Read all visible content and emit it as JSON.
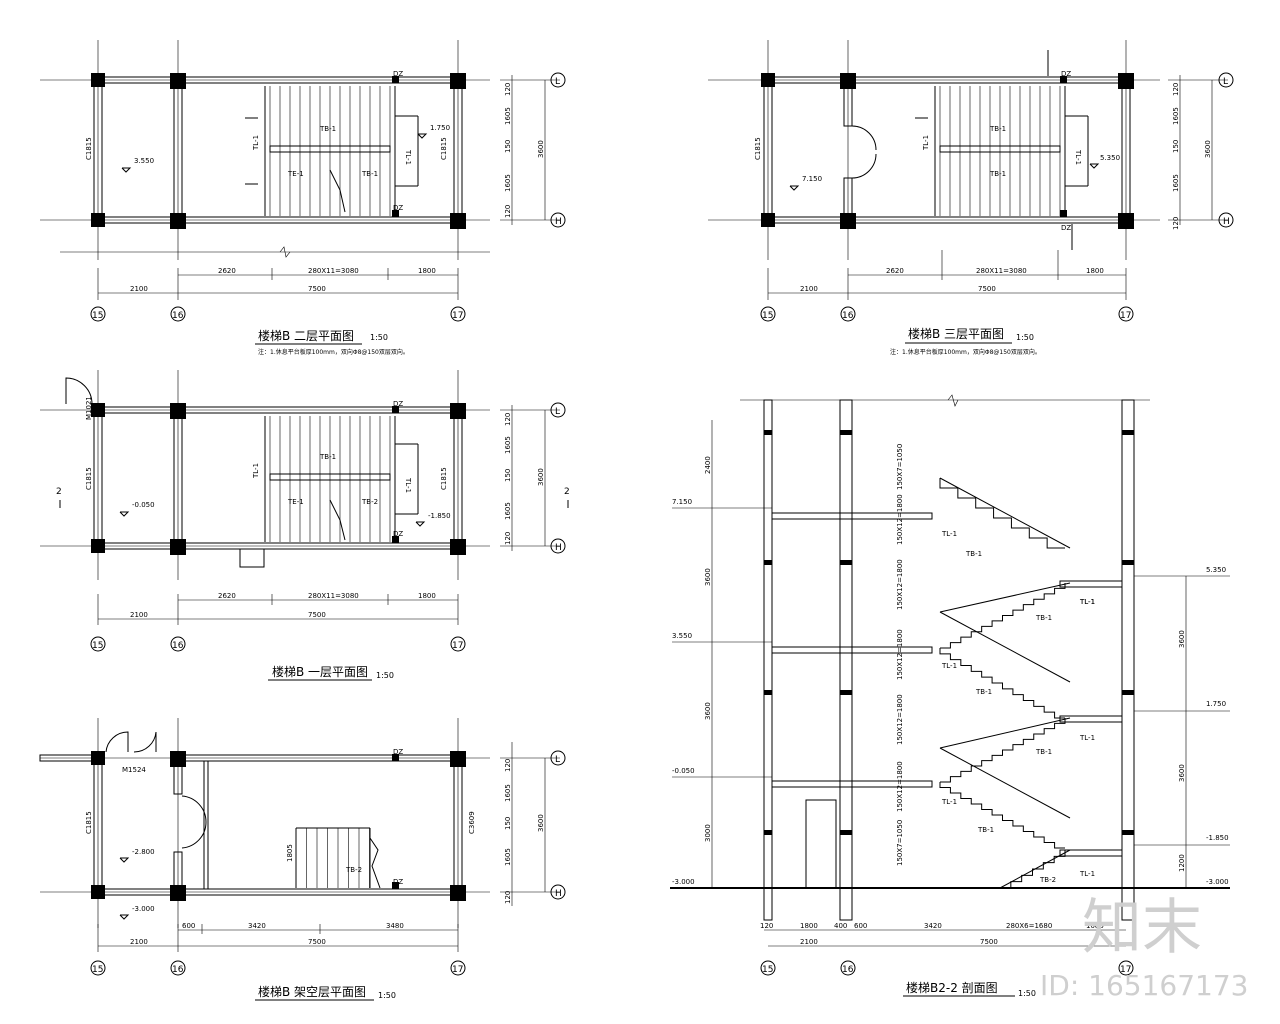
{
  "axis_labels": {
    "c15": "15",
    "c16": "16",
    "c17": "17",
    "rowL": "L",
    "rowH": "H"
  },
  "plan2": {
    "title": "楼梯B 二层平面图",
    "scale": "1:50",
    "note": "注：1.休息平台板厚100mm，双向Φ8@150双层双向。",
    "dim_total_a": "2100",
    "dim_total_b": "7500",
    "dim_sub_a": "2620",
    "dim_sub_b": "280X11=3080",
    "dim_sub_c": "1800",
    "right_dims": [
      "120",
      "1605",
      "150",
      "1605",
      "120"
    ],
    "right_total": "3600",
    "window": "C1815",
    "level_left": "3.550",
    "level_right": "1.750",
    "dz_top": "DZ",
    "dz_bot": "DZ",
    "tb1": "TB-1",
    "tb1b": "TB-1",
    "tl1a": "TL-1",
    "tl1b": "TL-1",
    "te1": "TE-1"
  },
  "plan3": {
    "title": "楼梯B 三层平面图",
    "scale": "1:50",
    "note": "注：1.休息平台板厚100mm，双向Φ8@150双层双向。",
    "dim_total_a": "2100",
    "dim_total_b": "7500",
    "dim_sub_a": "2620",
    "dim_sub_b": "280X11=3080",
    "dim_sub_c": "1800",
    "right_dims": [
      "120",
      "1605",
      "150",
      "1605",
      "120"
    ],
    "right_total": "3600",
    "window": "C1815",
    "level_left": "7.150",
    "level_right": "5.350",
    "dz_top": "DZ",
    "dz_bot": "DZ",
    "tb1": "TB-1",
    "tb1b": "TB-1",
    "tl1a": "TL-1",
    "tl1b": "TL-1"
  },
  "plan1": {
    "title": "楼梯B 一层平面图",
    "scale": "1:50",
    "dim_total_a": "2100",
    "dim_total_b": "7500",
    "dim_sub_a": "2620",
    "dim_sub_b": "280X11=3080",
    "dim_sub_c": "1800",
    "right_dims": [
      "120",
      "1605",
      "150",
      "1605",
      "120"
    ],
    "right_total": "3600",
    "window": "C1815",
    "window_r": "C1815",
    "door": "M1021",
    "level_left": "-0.050",
    "level_right": "-1.850",
    "section": "2",
    "dz_top": "DZ",
    "dz_bot": "DZ",
    "tb1": "TB-1",
    "tb2": "TB-2",
    "tl1a": "TL-1",
    "tl1b": "TL-1",
    "te1": "TE-1"
  },
  "plan0": {
    "title": "楼梯B 架空层平面图",
    "scale": "1:50",
    "dim_total_a": "2100",
    "dim_total_b": "7500",
    "dim_sub_a": "600",
    "dim_sub_b": "3420",
    "dim_sub_c": "3480",
    "right_dims": [
      "120",
      "1605",
      "150",
      "1605",
      "120"
    ],
    "right_total": "3600",
    "window": "C1815",
    "window_r": "C3609",
    "door": "M1524",
    "level_a": "-2.800",
    "level_b": "-3.000",
    "dz_top": "DZ",
    "dz_bot": "DZ",
    "tb2": "TB-2",
    "dim_stair": "1805"
  },
  "section": {
    "title": "楼梯B2-2 剖面图",
    "scale": "1:50",
    "levels_left": [
      "7.150",
      "3.550",
      "-0.050",
      "-3.000"
    ],
    "levels_right": [
      "5.350",
      "1.750",
      "-1.850",
      "-3.000"
    ],
    "left_dims": [
      "2400",
      "3600",
      "3600",
      "3000"
    ],
    "right_dims": [
      "3600",
      "3600",
      "1200"
    ],
    "flight_dims": [
      "150X7=1050",
      "150X12=1800",
      "150X12=1800",
      "150X12=1800",
      "150X12=1800",
      "150X12=1800",
      "150X7=1050"
    ],
    "bottom_dims": [
      "120",
      "1800",
      "400",
      "600",
      "3420",
      "280X6=1680",
      "1080"
    ],
    "bottom_total_a": "2100",
    "bottom_total_b": "7500",
    "labels": [
      "TL-1",
      "TB-1",
      "TL-1",
      "TB-1",
      "TL-1",
      "TB-1",
      "TL-1",
      "TB-1",
      "TL-1",
      "TB-1",
      "TL-1",
      "TB-2",
      "TL-1"
    ]
  },
  "watermark": {
    "brand": "知末",
    "id": "ID: 165167173"
  }
}
